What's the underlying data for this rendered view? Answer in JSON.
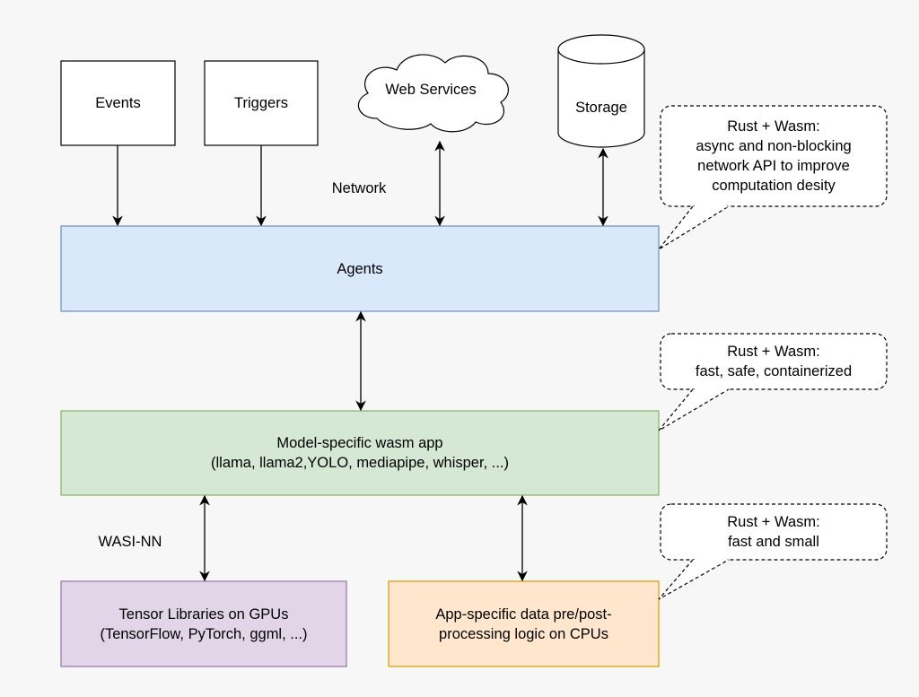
{
  "nodes": {
    "events": "Events",
    "triggers": "Triggers",
    "web_services": "Web Services",
    "storage": "Storage",
    "agents": "Agents",
    "model_app": {
      "line1": "Model-specific wasm app",
      "line2": "(llama, llama2,YOLO, mediapipe, whisper, ...)"
    },
    "tensor_libs": {
      "line1": "Tensor Libraries on GPUs",
      "line2": "(TensorFlow, PyTorch, ggml, ...)"
    },
    "app_data": {
      "line1": "App-specific data pre/post-",
      "line2": "processing logic on CPUs"
    }
  },
  "edge_labels": {
    "network": "Network",
    "wasi_nn": "WASI-NN"
  },
  "callouts": {
    "top": {
      "line1": "Rust + Wasm:",
      "line2": "async and non-blocking",
      "line3": "network API to improve",
      "line4": "computation desity"
    },
    "middle": {
      "line1": "Rust + Wasm:",
      "line2": "fast, safe, containerized"
    },
    "bottom": {
      "line1": "Rust + Wasm:",
      "line2": "fast and small"
    }
  },
  "colors": {
    "agents_fill": "#dae8fc",
    "agents_stroke": "#6c8ebf",
    "model_fill": "#d5e8d4",
    "model_stroke": "#82b366",
    "tensor_fill": "#e1d5e7",
    "tensor_stroke": "#9673a6",
    "appdata_fill": "#ffe6cc",
    "appdata_stroke": "#d79b00",
    "background": "#f7f7f7"
  }
}
